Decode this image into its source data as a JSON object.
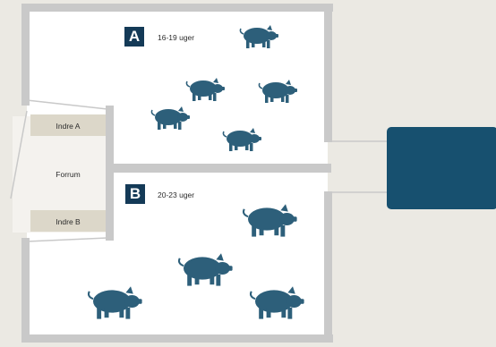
{
  "colors": {
    "background": "#ebe9e3",
    "room_fill": "#ffffff",
    "wall": "#c9c9c9",
    "door": "#dcd7c9",
    "pig": "#2d5f7a",
    "badge": "#143a57",
    "unit": "#17506f"
  },
  "rooms": {
    "a": {
      "badge": "A",
      "age": "16-19 uger",
      "pig_count": 5
    },
    "b": {
      "badge": "B",
      "age": "20-23 uger",
      "pig_count": 4
    }
  },
  "anteroom": {
    "label": "Forrum",
    "door_a": "Indre A",
    "door_b": "Indre B"
  },
  "icons": [
    "pig-icon"
  ]
}
